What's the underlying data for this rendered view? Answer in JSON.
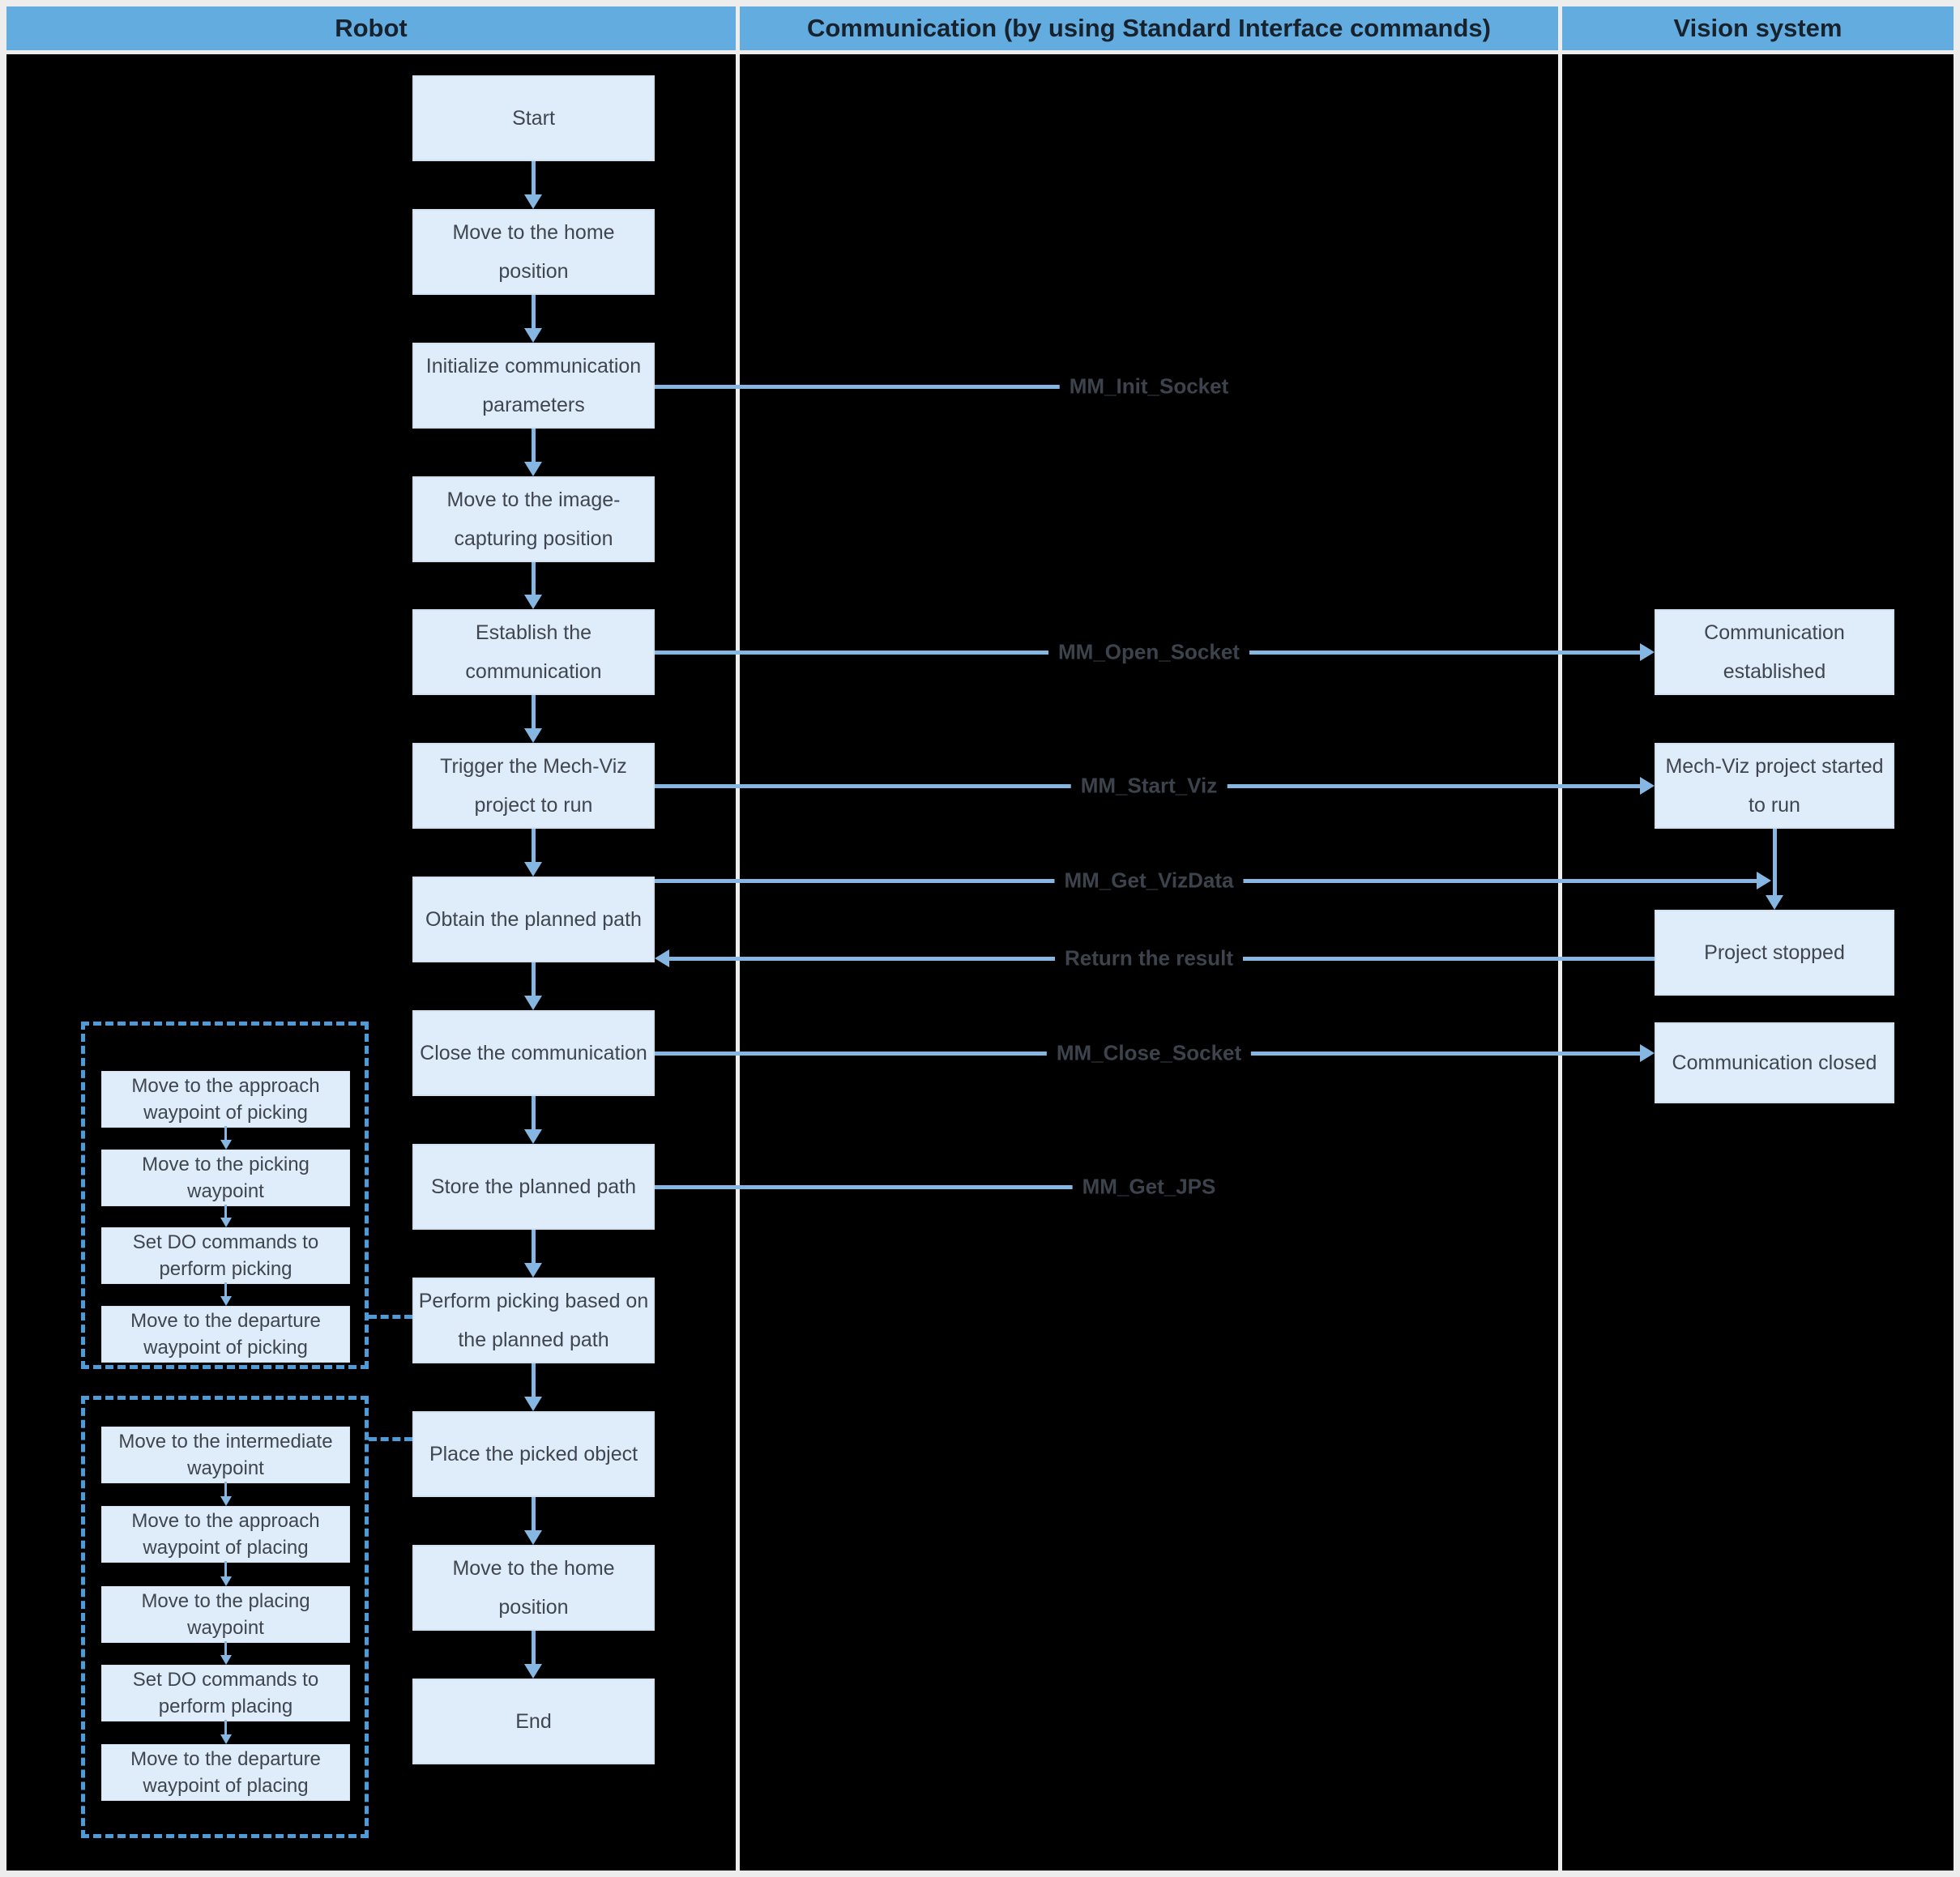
{
  "title_row": {
    "robot": "Robot",
    "communication": "Communication (by using Standard Interface commands)",
    "vision": "Vision system"
  },
  "robot_flow": [
    {
      "label": "Start"
    },
    {
      "label": "Move to the home\nposition"
    },
    {
      "label": "Initialize communication\nparameters"
    },
    {
      "label": "Move to the image-\ncapturing position"
    },
    {
      "label": "Establish the\ncommunication"
    },
    {
      "label": "Trigger the Mech-Viz\nproject to run"
    },
    {
      "label": "Obtain the planned path"
    },
    {
      "label": "Close the communication"
    },
    {
      "label": "Store the planned path"
    },
    {
      "label": "Perform picking based on\nthe planned path"
    },
    {
      "label": "Place the picked object"
    },
    {
      "label": "Move to the home\nposition"
    },
    {
      "label": "End"
    }
  ],
  "vision_flow": [
    {
      "label": "Communication\nestablished"
    },
    {
      "label": "Mech-Viz project started\nto run"
    },
    {
      "label": "Project stopped"
    },
    {
      "label": "Communication closed"
    }
  ],
  "picking_group": [
    {
      "label": "Move to the approach\nwaypoint of picking"
    },
    {
      "label": "Move to the picking\nwaypoint"
    },
    {
      "label": "Set DO commands to\nperform picking"
    },
    {
      "label": "Move to the departure\nwaypoint of picking"
    }
  ],
  "placing_group": [
    {
      "label": "Move to the intermediate\nwaypoint"
    },
    {
      "label": "Move to the approach\nwaypoint of placing"
    },
    {
      "label": "Move to the placing\nwaypoint"
    },
    {
      "label": "Set DO commands to\nperform placing"
    },
    {
      "label": "Move to the departure\nwaypoint of placing"
    }
  ],
  "comm_labels": [
    {
      "label": "MM_Init_Socket"
    },
    {
      "label": "MM_Open_Socket"
    },
    {
      "label": "MM_Start_Viz"
    },
    {
      "label": "MM_Get_VizData"
    },
    {
      "label": "Return the result"
    },
    {
      "label": "MM_Close_Socket"
    },
    {
      "label": "MM_Get_JPS"
    }
  ],
  "colors": {
    "background": "#000000",
    "header_bg": "#63ace0",
    "box_fill": "#dfecf9",
    "arrow": "#85b7e2",
    "dashed_border": "#4e9bd8",
    "grid_line": "#ededed",
    "box_text": "#3f4650",
    "command_text": "#3c434c"
  }
}
